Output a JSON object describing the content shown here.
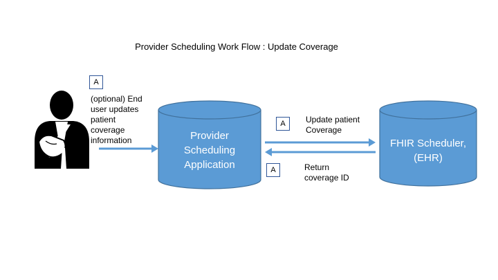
{
  "title": "Provider Scheduling Work Flow : Update Coverage",
  "actor": {
    "icon": "person-with-arm-sling-icon",
    "badge": "A",
    "note_lines": [
      "(optional) End",
      "user updates",
      "patient",
      "coverage",
      "information"
    ]
  },
  "provider_app": {
    "lines": [
      "Provider",
      "Scheduling",
      "Application"
    ]
  },
  "fhir_scheduler": {
    "lines": [
      "FHIR Scheduler,",
      "(EHR)"
    ]
  },
  "update_msg": {
    "badge": "A",
    "lines": [
      "Update patient",
      "Coverage"
    ]
  },
  "return_msg": {
    "badge": "A",
    "lines": [
      "Return",
      "coverage ID"
    ]
  },
  "colors": {
    "cylinder_fill": "#5b9bd5",
    "cylinder_stroke": "#41719c",
    "arrow": "#5b9bd5",
    "badge_border": "#2f5597"
  }
}
